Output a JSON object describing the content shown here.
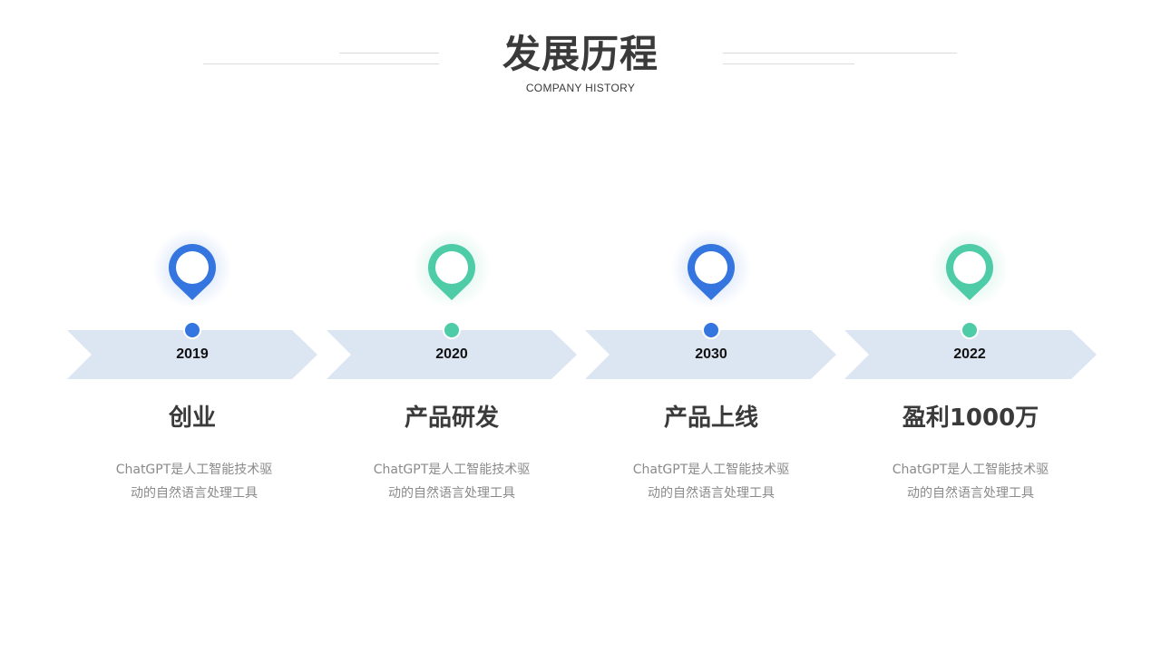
{
  "header": {
    "title": "发展历程",
    "subtitle": "COMPANY  HISTORY"
  },
  "colors": {
    "blue": "#3575e0",
    "green": "#4ecba7",
    "arrow": "#dce5f2",
    "title": "#3a3a3a",
    "desc": "#8a8a8a"
  },
  "timeline": [
    {
      "year": "2019",
      "title": "创业",
      "desc_line1": "ChatGPT是人工智能技术驱",
      "desc_line2": "动的自然语言处理工具",
      "color": "blue",
      "icon": "location-pin-icon"
    },
    {
      "year": "2020",
      "title": "产品研发",
      "desc_line1": "ChatGPT是人工智能技术驱",
      "desc_line2": "动的自然语言处理工具",
      "color": "green",
      "icon": "location-pin-icon"
    },
    {
      "year": "2030",
      "title": "产品上线",
      "desc_line1": "ChatGPT是人工智能技术驱",
      "desc_line2": "动的自然语言处理工具",
      "color": "blue",
      "icon": "location-pin-icon"
    },
    {
      "year": "2022",
      "title": "盈利1000万",
      "desc_line1": "ChatGPT是人工智能技术驱",
      "desc_line2": "动的自然语言处理工具",
      "color": "green",
      "icon": "location-pin-icon"
    }
  ]
}
